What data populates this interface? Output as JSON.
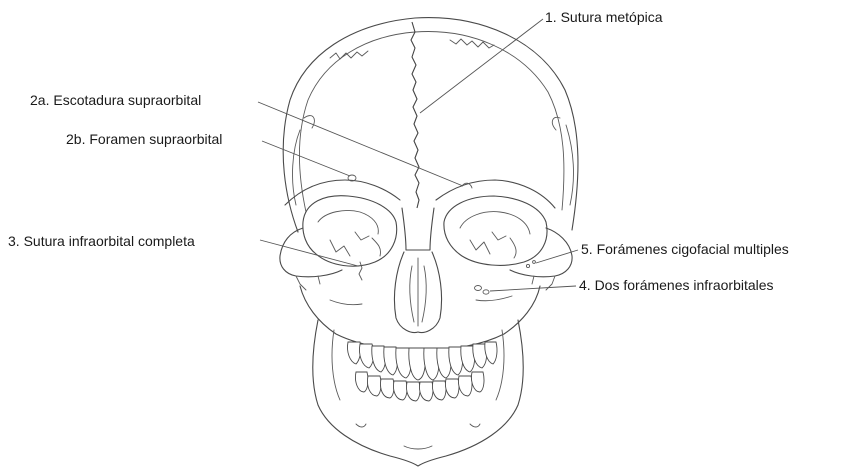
{
  "labels": {
    "sutura_metopica": "1. Sutura metópica",
    "escotadura_supraorbital": "2a. Escotadura supraorbital",
    "foramen_supraorbital": "2b. Foramen supraorbital",
    "sutura_infraorbital": "3. Sutura infraorbital completa",
    "foramenes_infraorbitales": "4. Dos forámenes infraorbitales",
    "foramenes_cigofacial": "5. Forámenes cigofacial multiples"
  },
  "colors": {
    "line": "#4a4a4a",
    "text": "#1a1a1a",
    "background": "#ffffff"
  }
}
